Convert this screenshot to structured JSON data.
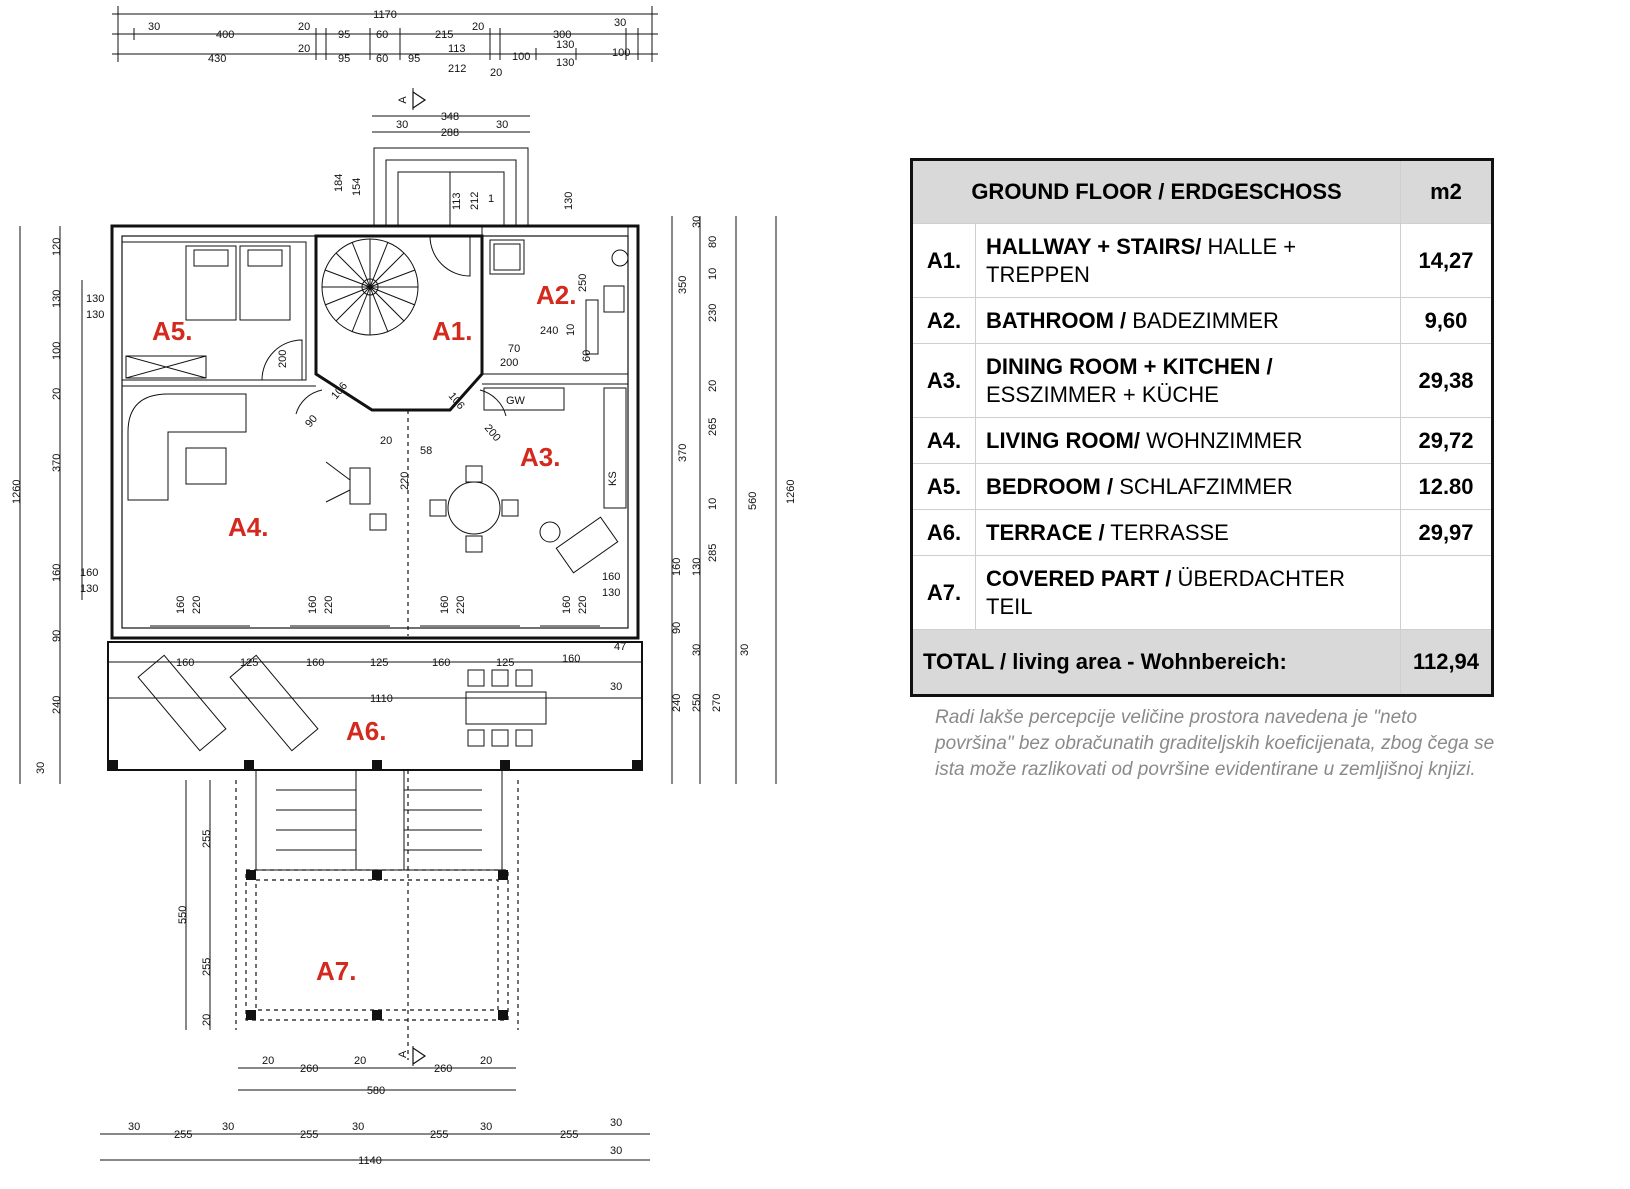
{
  "plan": {
    "rooms": [
      {
        "id": "A1",
        "label": "A1."
      },
      {
        "id": "A2",
        "label": "A2."
      },
      {
        "id": "A3",
        "label": "A3."
      },
      {
        "id": "A4",
        "label": "A4."
      },
      {
        "id": "A5",
        "label": "A5."
      },
      {
        "id": "A6",
        "label": "A6."
      },
      {
        "id": "A7",
        "label": "A7."
      }
    ],
    "section_marker": "A",
    "top_dims": {
      "overall": "1170",
      "row2": [
        "30",
        "400",
        "20",
        "95",
        "60",
        "215",
        "20",
        "300",
        "30"
      ],
      "row3": [
        "430",
        "20",
        "95",
        "60",
        "95",
        "113",
        "212",
        "100",
        "130",
        "130",
        "100",
        "20"
      ]
    },
    "entry_dims": [
      "348",
      "288",
      "30",
      "30"
    ],
    "bottom_dims": {
      "stair_row": [
        "20",
        "260",
        "20",
        "260",
        "20"
      ],
      "stair_total": "580",
      "row2": [
        "30",
        "255",
        "30",
        "255",
        "30",
        "255",
        "30",
        "255",
        "30"
      ],
      "overall": "1140",
      "end": "30"
    },
    "left_dims": [
      "1260",
      "120",
      "130",
      "100",
      "20",
      "370",
      "160",
      "90",
      "240",
      "30",
      "130",
      "130",
      "160",
      "130"
    ],
    "right_dims": [
      "30",
      "80",
      "350",
      "10",
      "230",
      "20",
      "265",
      "370",
      "10",
      "285",
      "160",
      "90",
      "130",
      "30",
      "240",
      "250",
      "270",
      "30",
      "560",
      "1260"
    ],
    "terrace_dims": [
      "160",
      "125",
      "160",
      "125",
      "160",
      "125",
      "160",
      "1110",
      "30",
      "47"
    ],
    "covered_dims": [
      "255",
      "550",
      "255",
      "20"
    ],
    "misc_dims": [
      "106",
      "106",
      "200",
      "90",
      "200",
      "58",
      "20",
      "220",
      "184",
      "154",
      "113",
      "212",
      "1",
      "130",
      "240",
      "250",
      "200",
      "70",
      "60",
      "10"
    ],
    "fixture_labels": [
      "GW",
      "KS",
      "220",
      "160",
      "130"
    ]
  },
  "table": {
    "header": {
      "title": "GROUND FLOOR / ERDGESCHOSS",
      "unit": "m2"
    },
    "rows": [
      {
        "code": "A1.",
        "name_bold": "HALLWAY + STAIRS/",
        "name_rest": " HALLE + TREPPEN",
        "value": "14,27"
      },
      {
        "code": "A2.",
        "name_bold": "BATHROOM /",
        "name_rest": " BADEZIMMER",
        "value": "9,60"
      },
      {
        "code": "A3.",
        "name_bold": "DINING ROOM + KITCHEN /",
        "name_rest": " ESSZIMMER + KÜCHE",
        "value": "29,38"
      },
      {
        "code": "A4.",
        "name_bold": "LIVING ROOM/",
        "name_rest": " WOHNZIMMER",
        "value": "29,72"
      },
      {
        "code": "A5.",
        "name_bold": "BEDROOM /",
        "name_rest": " SCHLAFZIMMER",
        "value": "12.80"
      },
      {
        "code": "A6.",
        "name_bold": "TERRACE /",
        "name_rest": " TERRASSE",
        "value": "29,97"
      },
      {
        "code": "A7.",
        "name_bold": "COVERED PART /",
        "name_rest": " ÜBERDACHTER TEIL",
        "value": ""
      }
    ],
    "total": {
      "label": "TOTAL / living area - Wohnbereich:",
      "value": "112,94"
    }
  },
  "note": "Radi lakše percepcije veličine prostora navedena je \"neto površina\" bez obračunatih graditeljskih koeficijenata, zbog čega se ista može razlikovati od površine evidentirane u zemljišnoj knjizi."
}
